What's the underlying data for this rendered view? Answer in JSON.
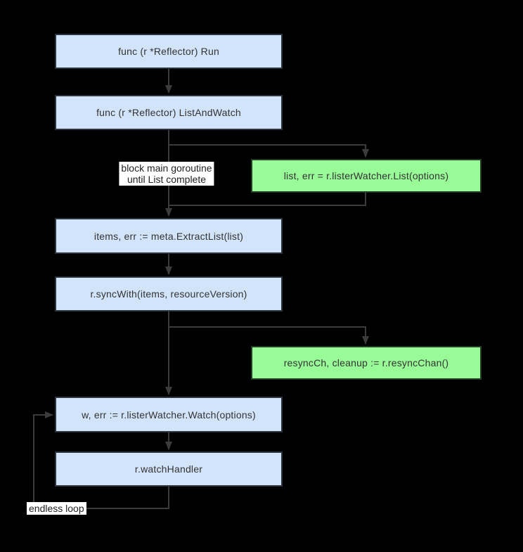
{
  "colors": {
    "background": "#000000",
    "connector": "#3c3c3c",
    "blue_node_fill": "#d2e4fa",
    "blue_node_border": "#2c3440",
    "green_node_fill": "#98fb98",
    "green_node_border": "#243c24",
    "node_text": "#333333",
    "note_bg": "#ffffff",
    "note_text": "#222222"
  },
  "nodes": {
    "run": {
      "label": "func (r *Reflector) Run",
      "kind": "blue"
    },
    "list_and_watch": {
      "label": "func (r *Reflector) ListAndWatch",
      "kind": "blue"
    },
    "list_call": {
      "label": "list, err = r.listerWatcher.List(options)",
      "kind": "green"
    },
    "extract_list": {
      "label": "items, err := meta.ExtractList(list)",
      "kind": "blue"
    },
    "sync_with": {
      "label": "r.syncWith(items, resourceVersion)",
      "kind": "blue"
    },
    "resync_chan": {
      "label": "resyncCh, cleanup := r.resyncChan()",
      "kind": "green"
    },
    "watch_call": {
      "label": "w, err := r.listerWatcher.Watch(options)",
      "kind": "blue"
    },
    "watch_handler": {
      "label": "r.watchHandler",
      "kind": "blue"
    }
  },
  "notes": {
    "block_note": {
      "line1": "block main goroutine",
      "line2": "until List complete"
    },
    "loop_note": {
      "label": "endless loop"
    }
  },
  "edges": [
    {
      "from": "run",
      "to": "list_and_watch"
    },
    {
      "from": "list_and_watch",
      "to": "list_call"
    },
    {
      "from": "list_call",
      "to": "extract_list"
    },
    {
      "from": "list_and_watch",
      "to": "extract_list"
    },
    {
      "from": "extract_list",
      "to": "sync_with"
    },
    {
      "from": "sync_with",
      "to": "resync_chan"
    },
    {
      "from": "sync_with",
      "to": "watch_call"
    },
    {
      "from": "watch_call",
      "to": "watch_handler"
    },
    {
      "from": "watch_handler",
      "to": "watch_call",
      "note": "endless loop"
    }
  ]
}
